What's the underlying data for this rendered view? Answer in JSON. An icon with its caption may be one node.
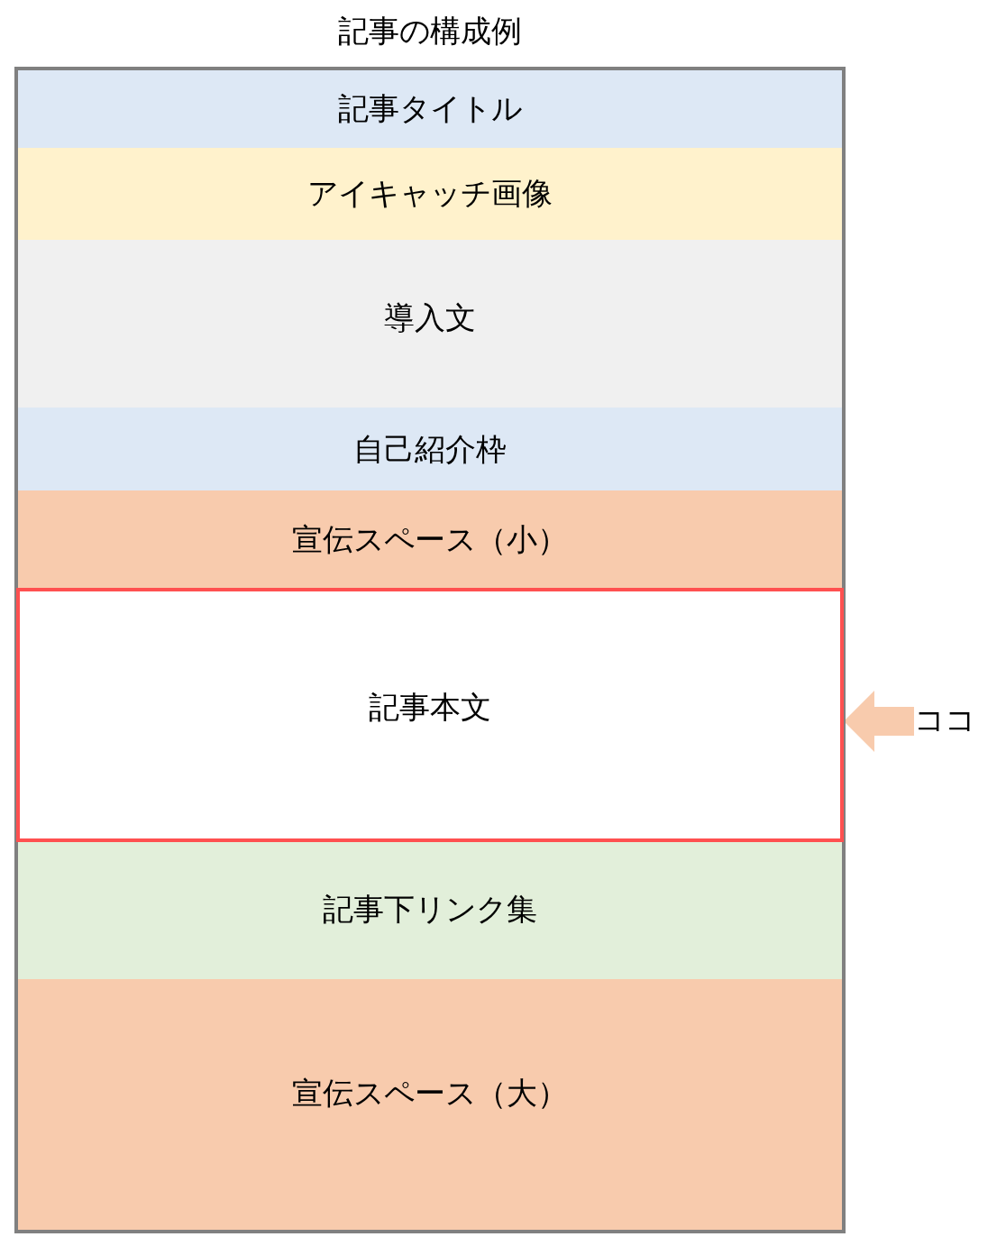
{
  "diagram": {
    "nodes": [
      {
        "text": [
          "記事の構成例"
        ]
      },
      {
        "text": [
          "記事タイトル"
        ],
        "in": 0
      },
      {
        "text": [
          "アイキャッチ画像"
        ],
        "in": 0
      },
      {
        "text": [
          "導入文"
        ],
        "in": 0
      },
      {
        "text": [
          "自己紹介枠"
        ],
        "in": 0
      },
      {
        "text": [
          "宣伝スペース（小）"
        ],
        "in": 0
      },
      {
        "text": [
          "記事本文"
        ],
        "in": 0
      },
      {
        "text": [
          "記事下リンク集"
        ],
        "in": 0
      },
      {
        "text": [
          "宣伝スペース（大）"
        ],
        "in": 0
      },
      {
        "text": [
          "ココ"
        ]
      }
    ],
    "edges": [
      {
        "from": 9,
        "to": 6,
        "arrow": "to",
        "color": "#f8cbad"
      }
    ]
  }
}
